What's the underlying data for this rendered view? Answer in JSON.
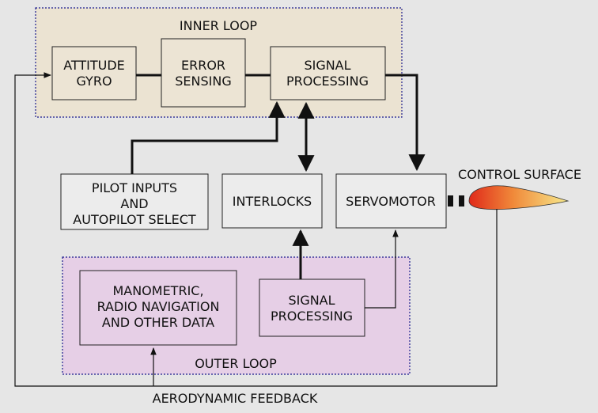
{
  "diagram": {
    "inner_loop": {
      "title": "INNER LOOP",
      "blocks": {
        "attitude_gyro": [
          "ATTITUDE",
          "GYRO"
        ],
        "error_sensing": [
          "ERROR",
          "SENSING"
        ],
        "signal_processing": [
          "SIGNAL",
          "PROCESSING"
        ]
      }
    },
    "middle": {
      "pilot_inputs": [
        "PILOT INPUTS",
        "AND",
        "AUTOPILOT SELECT"
      ],
      "interlocks": [
        "INTERLOCKS"
      ],
      "servomotor": [
        "SERVOMOTOR"
      ]
    },
    "control_surface_label": "CONTROL SURFACE",
    "outer_loop": {
      "title": "OUTER LOOP",
      "blocks": {
        "data_sources": [
          "MANOMETRIC,",
          "RADIO NAVIGATION",
          "AND OTHER DATA"
        ],
        "signal_processing": [
          "SIGNAL",
          "PROCESSING"
        ]
      }
    },
    "feedback_label": "AERODYNAMIC FEEDBACK"
  },
  "colors": {
    "background": "#e6e6e6",
    "inner_loop_fill": "#ebe3d2",
    "outer_loop_fill": "#e6cfe6",
    "loop_border": "#1a1a8c",
    "control_surface_gradient": [
      "#f5e58a",
      "#f0a040",
      "#e03020"
    ]
  }
}
